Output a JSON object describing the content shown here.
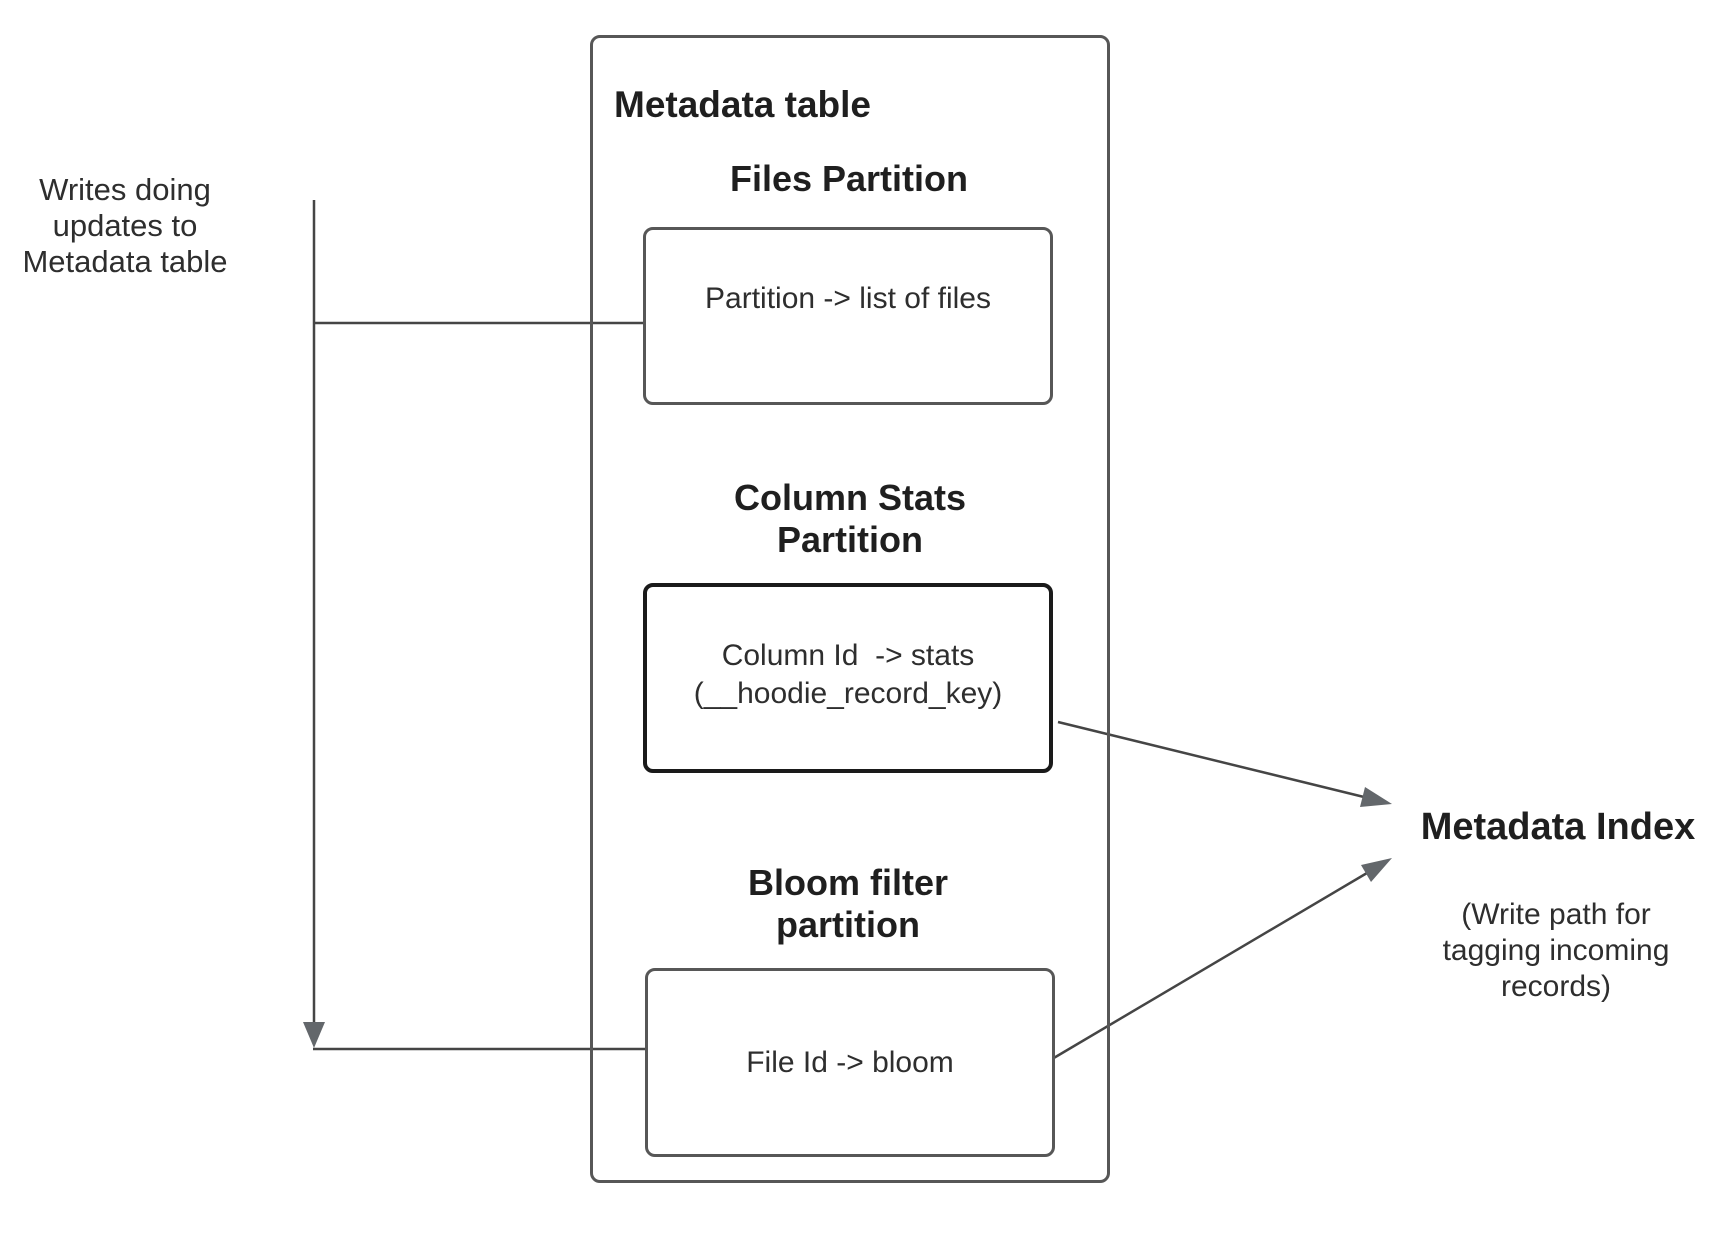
{
  "colors": {
    "background": "#ffffff",
    "box_border_gray": "#575757",
    "box_border_black": "#1a1a1a",
    "connector_line": "#454545",
    "arrowhead_fill": "#63676b",
    "heading_text": "#1f1f1f",
    "body_text": "#2e2e2e"
  },
  "left_note": {
    "line1": "Writes doing",
    "line2": "updates to",
    "line3": "Metadata table"
  },
  "metadata_table": {
    "title": "Metadata table",
    "files_partition": {
      "heading": "Files Partition",
      "body": "Partition -> list of files"
    },
    "column_stats_partition": {
      "heading_line1": "Column Stats",
      "heading_line2": "Partition",
      "body_line1": "Column Id  -> stats",
      "body_line2": "(__hoodie_record_key)"
    },
    "bloom_partition": {
      "heading_line1": "Bloom filter",
      "heading_line2": "partition",
      "body": "File Id -> bloom"
    }
  },
  "metadata_index": {
    "title": "Metadata Index",
    "note_line1": "(Write path for",
    "note_line2": "tagging incoming",
    "note_line3": "records)"
  }
}
